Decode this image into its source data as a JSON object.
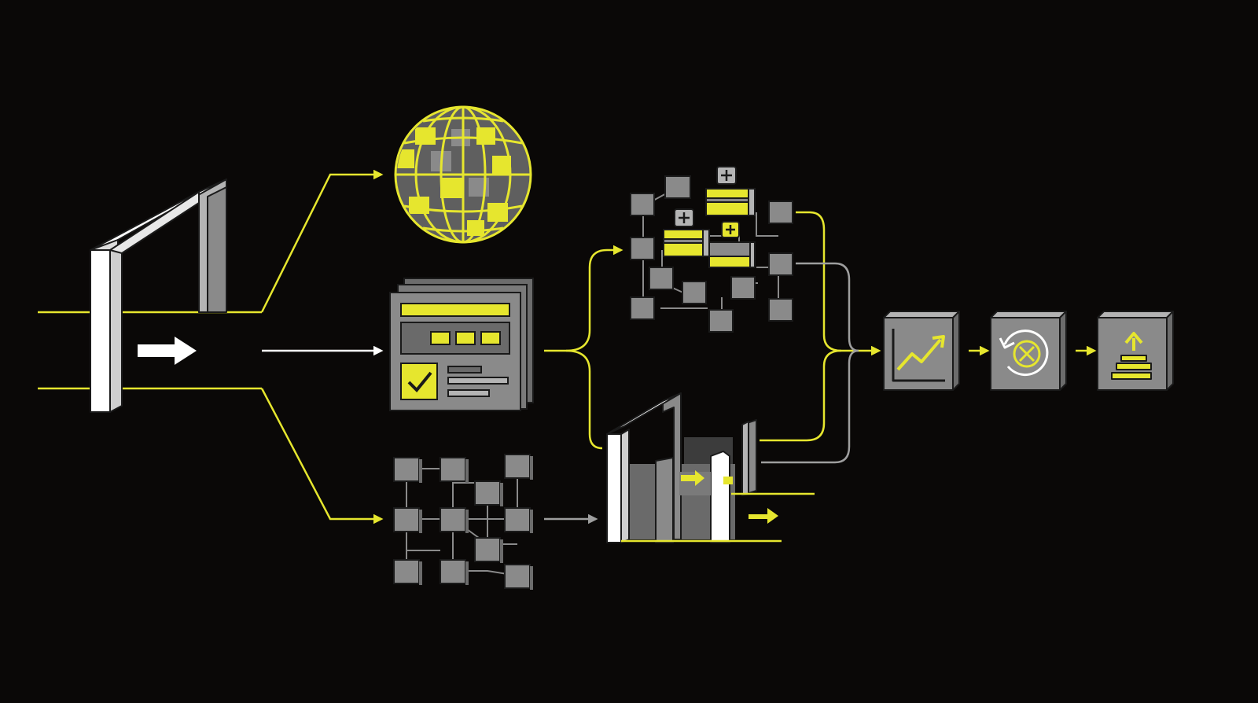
{
  "diagram": {
    "colors": {
      "background": "#0a0807",
      "accent": "#e6e62e",
      "node_gray": "#8a8a8a",
      "node_dark": "#6c6c6c",
      "node_light": "#b4b4b4",
      "outline": "#1a1a1a",
      "white": "#ffffff",
      "connector_gray": "#9e9e9e"
    },
    "nodes": [
      {
        "id": "entry-gateway",
        "icon": "gateway-arch-icon"
      },
      {
        "id": "globe",
        "icon": "globe-grid-icon"
      },
      {
        "id": "form-document",
        "icon": "form-checklist-icon"
      },
      {
        "id": "node-network-lower",
        "icon": "node-network-icon"
      },
      {
        "id": "package-cluster",
        "icon": "package-cluster-icon"
      },
      {
        "id": "gate-passage",
        "icon": "gate-passage-icon"
      },
      {
        "id": "growth-chart",
        "icon": "trend-up-chart-icon"
      },
      {
        "id": "cancel-cycle",
        "icon": "cancel-cycle-icon"
      },
      {
        "id": "upload-stack",
        "icon": "upload-stack-icon"
      }
    ],
    "edges": [
      {
        "from": "entry-gateway",
        "to": "globe",
        "style": "accent"
      },
      {
        "from": "entry-gateway",
        "to": "form-document",
        "style": "white"
      },
      {
        "from": "entry-gateway",
        "to": "node-network-lower",
        "style": "accent"
      },
      {
        "from": "form-document",
        "to": "package-cluster",
        "style": "accent"
      },
      {
        "from": "form-document",
        "to": "gate-passage",
        "style": "accent"
      },
      {
        "from": "node-network-lower",
        "to": "gate-passage",
        "style": "gray"
      },
      {
        "from": "package-cluster",
        "to": "growth-chart",
        "style": "accent"
      },
      {
        "from": "package-cluster",
        "to": "growth-chart",
        "style": "gray"
      },
      {
        "from": "gate-passage",
        "to": "growth-chart",
        "style": "accent"
      },
      {
        "from": "gate-passage",
        "to": "growth-chart",
        "style": "gray"
      },
      {
        "from": "growth-chart",
        "to": "cancel-cycle",
        "style": "accent"
      },
      {
        "from": "cancel-cycle",
        "to": "upload-stack",
        "style": "accent"
      }
    ]
  }
}
